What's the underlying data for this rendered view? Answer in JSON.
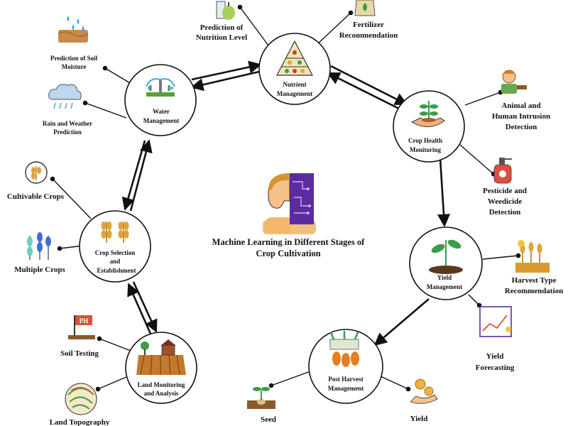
{
  "center": {
    "title_line1": "Machine Learning in Different Stages of",
    "title_line2": "Crop Cultivation"
  },
  "stages": {
    "water": {
      "lines": [
        "Water",
        "Management"
      ]
    },
    "nutrient": {
      "lines": [
        "Nutrient",
        "Management"
      ]
    },
    "crop_health": {
      "lines": [
        "Crop Health",
        "Monitoring"
      ]
    },
    "yield": {
      "lines": [
        "Yield",
        "Management"
      ]
    },
    "post_harvest": {
      "lines": [
        "Post Harvest",
        "Management"
      ]
    },
    "land": {
      "lines": [
        "Land Monitoring",
        "and Analysis"
      ]
    },
    "crop_selection": {
      "lines": [
        "Crop Selection",
        "and",
        "Establishment"
      ]
    }
  },
  "leaves": {
    "soil_moisture": [
      "Prediction of Soil",
      "Moisture"
    ],
    "rain_weather": [
      "Rain and Weather",
      "Prediction"
    ],
    "nutrition_level": [
      "Prediction of",
      "Nutrition Level"
    ],
    "fertilizer": [
      "Fertilizer",
      "Recommendation"
    ],
    "intrusion": [
      "Animal and",
      "Human Intrusion",
      "Detection"
    ],
    "pesticide": [
      "Pesticide and",
      "Weedicide",
      "Detection"
    ],
    "harvest_type": [
      "Harvest Type",
      "Recommendation"
    ],
    "yield_forecasting": [
      "Yield",
      "Forecasting"
    ],
    "yield_commercial": [
      "Yield"
    ],
    "seed": [
      "Seed"
    ],
    "land_topography": [
      "Land Topography"
    ],
    "soil_testing": [
      "Soil Testing"
    ],
    "multiple_crops": [
      "Multiple Crops"
    ],
    "cultivable_crops": [
      "Cultivable Crops"
    ]
  },
  "icons": {
    "ph_flag_text": "PH"
  },
  "colors": {
    "line": "#111111",
    "leaf_green": "#3a9d4a",
    "wheat": "#e0a43a",
    "soil": "#a0622d",
    "water_blue": "#4aa6d8",
    "purple": "#5a2ca0"
  }
}
